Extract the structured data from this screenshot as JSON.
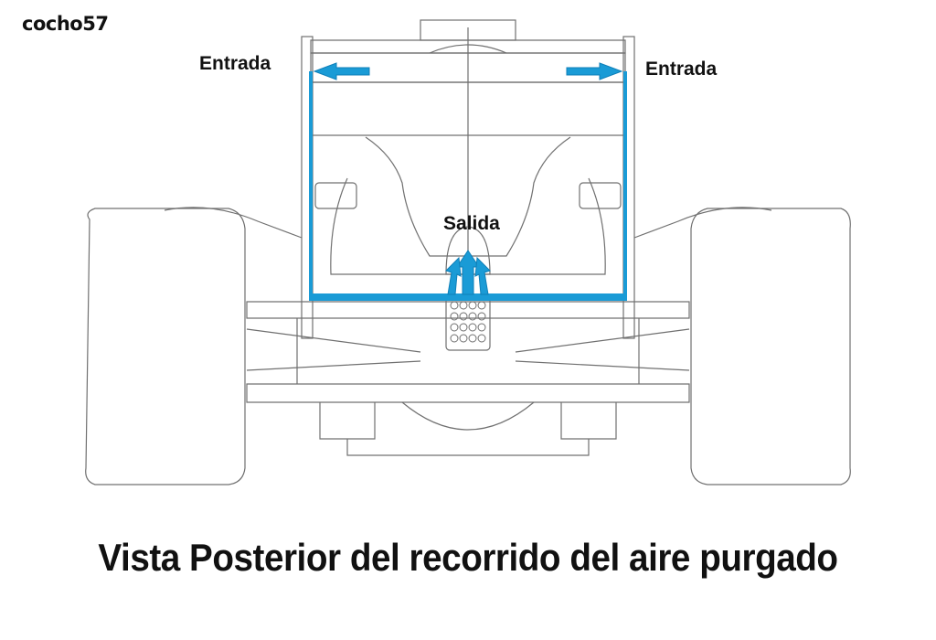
{
  "author": "cocho57",
  "labels": {
    "inlet_left": "Entrada",
    "inlet_right": "Entrada",
    "outlet": "Salida"
  },
  "caption": "Vista Posterior del recorrido del aire purgado",
  "colors": {
    "airflow": "#1a9bd6",
    "airflow_dark": "#0f7fb8",
    "line": "#6e6e6e",
    "background": "#ffffff"
  }
}
